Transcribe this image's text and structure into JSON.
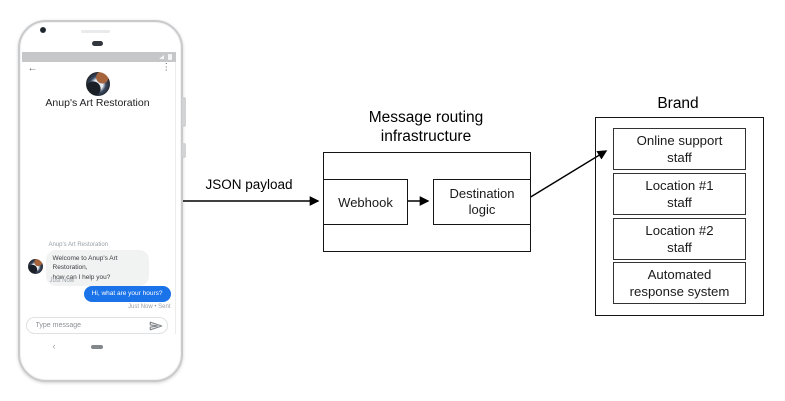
{
  "phone": {
    "status_bar": {
      "signal_icon": "signal-triangle",
      "battery_icon": "battery"
    },
    "header": {
      "back_icon": "←",
      "menu_icon": "⋮",
      "title": "Anup's Art Restoration"
    },
    "conversation": {
      "sender_label": "Anup's Art Restoration",
      "incoming_message": "Welcome to Anup's Art Restoration,\nhow can I help you?",
      "incoming_timestamp": "Just Now",
      "outgoing_message": "Hi, what are your hours?",
      "outgoing_timestamp": "Just Now • Sent"
    },
    "composer": {
      "placeholder": "Type message",
      "send_icon": "send-paper-plane"
    },
    "nav_bar": {
      "back_icon": "‹",
      "home_icon": "home-pill"
    }
  },
  "diagram": {
    "payload_arrow_label": "JSON payload",
    "routing": {
      "title": "Message routing\ninfrastructure",
      "webhook_label": "Webhook",
      "destination_label": "Destination\nlogic"
    },
    "brand": {
      "title": "Brand",
      "items": [
        "Online support\nstaff",
        "Location #1\nstaff",
        "Location #2\nstaff",
        "Automated\nresponse system"
      ]
    }
  },
  "colors": {
    "outgoing_bubble": "#1a73e8",
    "incoming_bubble": "#f1f2f2",
    "timestamp_text": "#9aa0a6",
    "status_bar": "#c5c7c9",
    "box_border": "#141414"
  }
}
